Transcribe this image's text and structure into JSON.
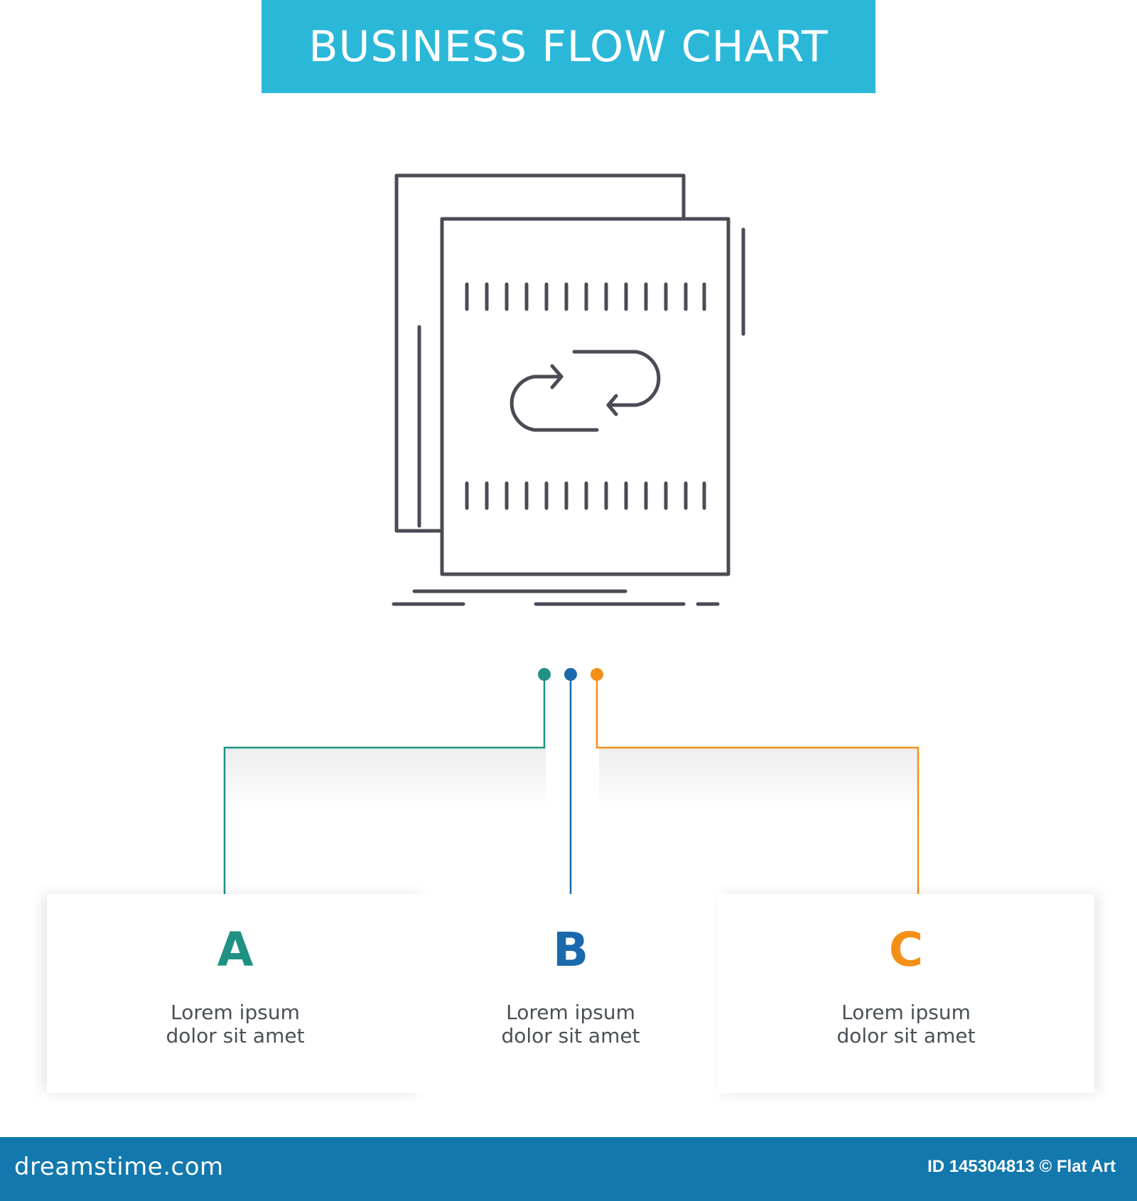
{
  "title": "BUSINESS FLOW CHART",
  "icon": "flow-documents-sync-icon",
  "colors": {
    "banner": "#2bb8d8",
    "a": "#1f9284",
    "b": "#1b69ad",
    "c": "#f39019",
    "footer": "#1278ad",
    "icon_stroke": "#4a4b55"
  },
  "items": [
    {
      "letter": "A",
      "line1": "Lorem ipsum",
      "line2": "dolor sit amet"
    },
    {
      "letter": "B",
      "line1": "Lorem ipsum",
      "line2": "dolor sit amet"
    },
    {
      "letter": "C",
      "line1": "Lorem ipsum",
      "line2": "dolor sit amet"
    }
  ],
  "footer": {
    "logo": "dreamstime.com",
    "credit": "ID 145304813 © Flat Art"
  }
}
